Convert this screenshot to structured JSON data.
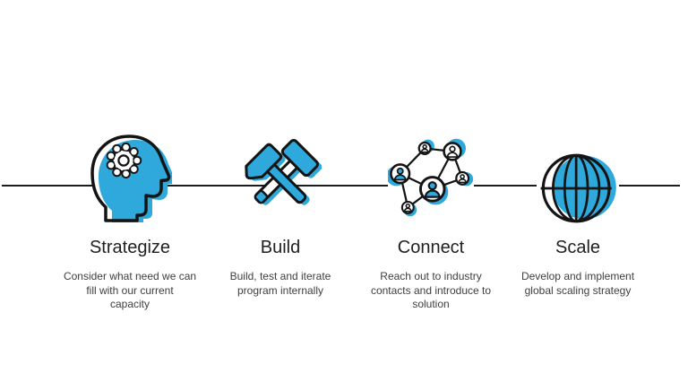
{
  "slide": {
    "name": "four-step-process-slide"
  },
  "process": {
    "steps": [
      {
        "title": "Strategize",
        "description": "Consider what need we can\nfill with our current\ncapacity",
        "icon": "head-with-gear-icon"
      },
      {
        "title": "Build",
        "description": "Build, test and iterate\nprogram internally",
        "icon": "crossed-hammers-icon"
      },
      {
        "title": "Connect",
        "description": "Reach out to industry\ncontacts and introduce to\nsolution",
        "icon": "people-network-icon"
      },
      {
        "title": "Scale",
        "description": "Develop and implement\nglobal scaling strategy",
        "icon": "globe-icon"
      }
    ]
  },
  "colors": {
    "accent_blue": "#2FA9DB",
    "outline_black": "#141414",
    "timeline_line": "#1c1c1c",
    "title_text": "#1f1f1f",
    "body_text": "#3f3f3f"
  }
}
